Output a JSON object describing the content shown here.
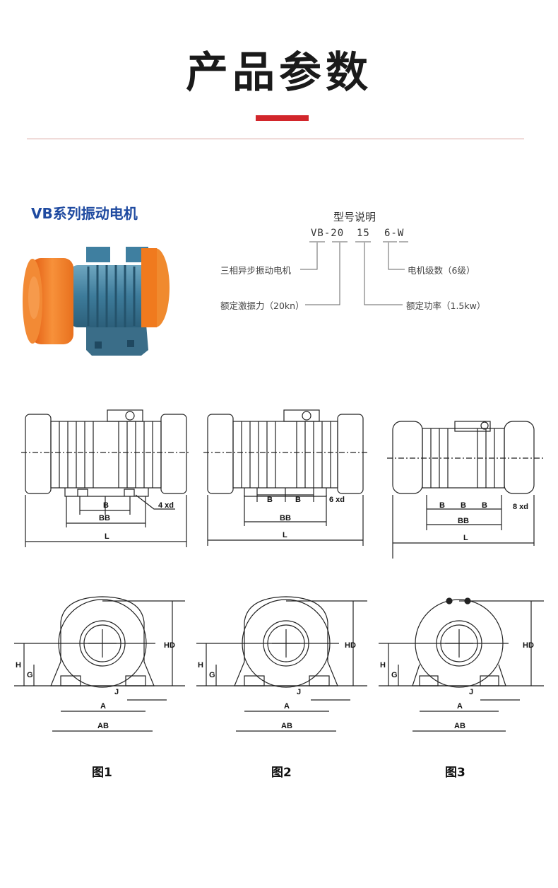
{
  "header": {
    "title": "产品参数"
  },
  "product": {
    "series_title": "VB系列振动电机"
  },
  "model_spec": {
    "title": "型号说明",
    "model_parts": [
      "VB-20",
      "15",
      "6-W"
    ],
    "labels": {
      "type": "三相异步振动电机",
      "force": "额定激振力（20kn）",
      "poles": "电机级数（6级）",
      "power": "额定功率（1.5kw）"
    }
  },
  "drawing_labels": {
    "B": "B",
    "BB": "BB",
    "L": "L",
    "A": "A",
    "AB": "AB",
    "H": "H",
    "G": "G",
    "HD": "HD",
    "J": "J",
    "holes": [
      "4 xd",
      "6 xd",
      "8 xd"
    ]
  },
  "figures": [
    "图1",
    "图2",
    "图3"
  ],
  "colors": {
    "accent_bar": "#d2262b",
    "series_title": "#1f4aa0",
    "motor_body": "#3f7fa0",
    "motor_cap": "#f07a1e"
  }
}
